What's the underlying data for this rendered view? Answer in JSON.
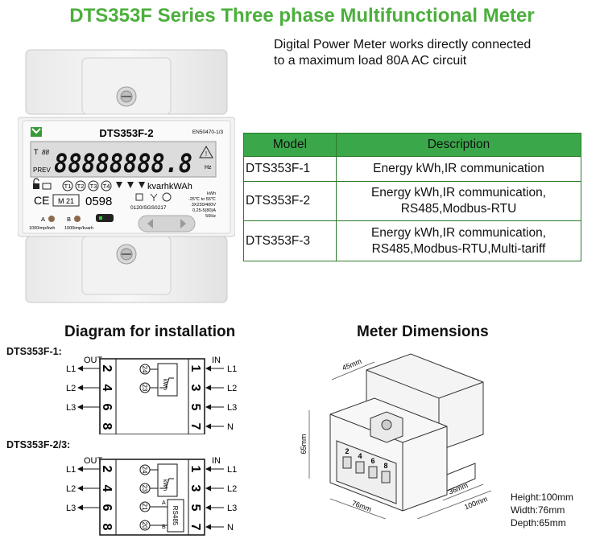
{
  "title": "DTS353F Series Three phase Multifunctional Meter",
  "intro": {
    "line1": "Digital Power Meter works directly connected",
    "line2": "to a maximum load 80A AC circuit"
  },
  "meter": {
    "model": "DTS353F-2",
    "standard": "EN50470-1/3",
    "display_digits": "88888888.8",
    "display_labels": {
      "t": "T",
      "t88": "88",
      "prev": "PREV",
      "hz": "Hz",
      "units": "kvarhkWAh"
    },
    "tariffs": [
      "T1",
      "T2",
      "T3",
      "T4"
    ],
    "ce": "CE",
    "m21": "M 21",
    "cert_number": "0598",
    "cert_code": "0120/SGS0217",
    "specs": [
      "kWh",
      "-25℃ to 55℃",
      "3X230/400V",
      "0.25-5(80)A",
      "50Hz"
    ],
    "led_a_label": "A",
    "led_a_imp": "1000imp/kwh",
    "led_b_label": "B",
    "led_b_imp": "1000imp/kvarh"
  },
  "model_table": {
    "headers": [
      "Model",
      "Description"
    ],
    "rows": [
      {
        "model": "DTS353F-1",
        "desc_lines": [
          "Energy kWh,IR communication"
        ]
      },
      {
        "model": "DTS353F-2",
        "desc_lines": [
          "Energy kWh,IR communication,",
          "RS485,Modbus-RTU"
        ]
      },
      {
        "model": "DTS353F-3",
        "desc_lines": [
          "Energy kWh,IR communication,",
          "RS485,Modbus-RTU,Multi-tariff"
        ]
      }
    ]
  },
  "installation": {
    "title": "Diagram for installation",
    "diagram1": {
      "label": "DTS353F-1:",
      "out_label": "OUT",
      "in_label": "IN",
      "left_lines": [
        "L1",
        "L2",
        "L3"
      ],
      "right_lines": [
        "L1",
        "L2",
        "L3",
        "N"
      ],
      "left_terminals": [
        "2",
        "4",
        "6",
        "8"
      ],
      "right_terminals": [
        "1",
        "3",
        "5",
        "7"
      ],
      "mid_terminals": [
        "24",
        "23"
      ],
      "kwh": "kWh"
    },
    "diagram2": {
      "label": "DTS353F-2/3:",
      "out_label": "OUT",
      "in_label": "IN",
      "left_lines": [
        "L1",
        "L2",
        "L3"
      ],
      "right_lines": [
        "L1",
        "L2",
        "L3",
        "N"
      ],
      "left_terminals": [
        "2",
        "4",
        "6",
        "8"
      ],
      "right_terminals": [
        "1",
        "3",
        "5",
        "7"
      ],
      "mid_terminals": [
        "24",
        "23",
        "21",
        "20"
      ],
      "kwh": "kWh",
      "rs485": "RS485",
      "a": "A",
      "b": "B"
    }
  },
  "dimensions": {
    "title": "Meter Dimensions",
    "d45": "45mm",
    "d65": "65mm",
    "d76": "76mm",
    "d100": "100mm",
    "d36": "36mm",
    "terminals": [
      "2",
      "4",
      "6",
      "8"
    ],
    "notes": [
      "Height:100mm",
      "Width:76mm",
      "Depth:65mm"
    ]
  }
}
